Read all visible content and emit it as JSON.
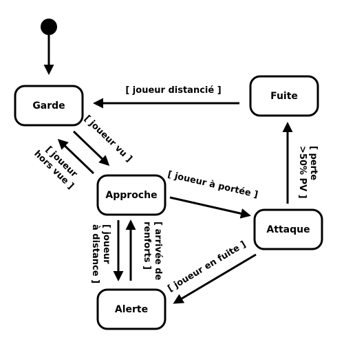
{
  "states": {
    "garde": "Garde",
    "fuite": "Fuite",
    "approche": "Approche",
    "attaque": "Attaque",
    "alerte": "Alerte"
  },
  "transitions": {
    "fuite_to_garde": "[ joueur distancié ]",
    "garde_to_approche": "[ joueur vu ]",
    "approche_to_garde_line1": "[ joueur",
    "approche_to_garde_line2": "hors vue ]",
    "approche_to_attaque": "[ joueur à portée ]",
    "attaque_to_fuite_line1": "[ perte",
    "attaque_to_fuite_line2": ">50% PV ]",
    "attaque_to_alerte": "[ joueur en fuite ]",
    "approche_to_alerte_line1": "[ joueur",
    "approche_to_alerte_line2": "à distance ]",
    "alerte_to_approche_line1": "[ arrivée de",
    "alerte_to_approche_line2": "renforts ]"
  },
  "colors": {
    "stroke": "#000000",
    "fill": "#ffffff"
  }
}
